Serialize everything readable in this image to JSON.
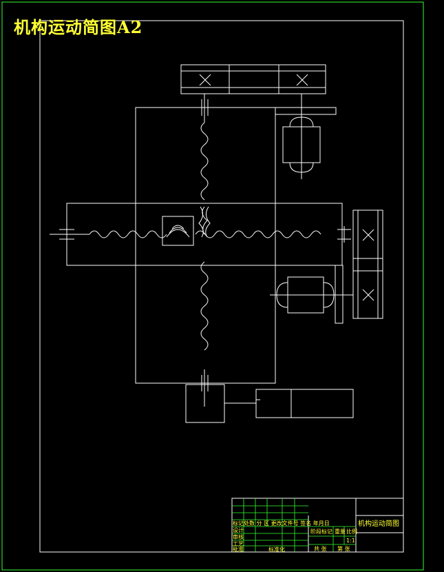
{
  "drawing": {
    "title": "机构运动简图A2",
    "line_color": "#ffffff",
    "frame_color": "#33ff33",
    "title_color": "#ffff33",
    "background": "#000000"
  },
  "title_block": {
    "drawing_name": "机构运动简图",
    "header_row": "标记处数 分 区 更改文件号 签名 年月日",
    "stage_label": "阶段标记",
    "weight_label": "重量",
    "scale_label": "比例",
    "scale_value": "1:1",
    "row_design": "设计",
    "row_check": "审核",
    "row_process": "工艺",
    "row_standard": "标准化",
    "row_approve": "批准",
    "sheets_total": "共 张",
    "sheet_no": "第 张"
  }
}
